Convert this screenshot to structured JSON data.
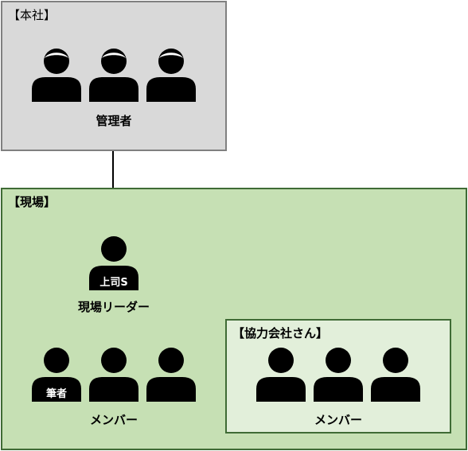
{
  "hq": {
    "title": "【本社】",
    "caption": "管理者"
  },
  "site": {
    "title": "【現場】",
    "boss": {
      "label": "上司S",
      "caption": "現場リーダー"
    },
    "author": {
      "label": "筆者"
    },
    "members_caption": "メンバー"
  },
  "partner": {
    "title": "【協力会社さん】",
    "members_caption": "メンバー"
  },
  "colors": {
    "hq_fill": "#d9d9d9",
    "hq_border": "#808080",
    "site_fill": "#c6e0b4",
    "partner_fill": "#e2efda",
    "green_border": "#3f6b35",
    "person": "#000000"
  }
}
